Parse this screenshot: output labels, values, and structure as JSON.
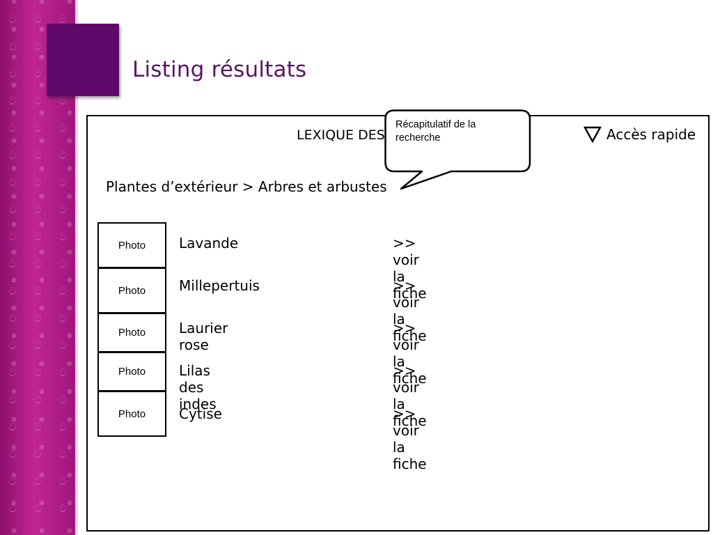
{
  "slide": {
    "title": "Listing résultats"
  },
  "frame": {
    "heading": "LEXIQUE DES",
    "quick_access_label": "Accès rapide",
    "bubble_text": "Récapitulatif de la recherche",
    "breadcrumb": "Plantes d’extérieur > Arbres et arbustes"
  },
  "results": [
    {
      "photo_label": "Photo",
      "name": "Lavande",
      "link": ">> voir la fiche"
    },
    {
      "photo_label": "Photo",
      "name": "Millepertuis",
      "link": ">> voir la fiche"
    },
    {
      "photo_label": "Photo",
      "name": "Laurier rose",
      "link": ">> voir la fiche"
    },
    {
      "photo_label": "Photo",
      "name": "Lilas des indes",
      "link": ">> voir la fiche"
    },
    {
      "photo_label": "Photo",
      "name": "Cytise",
      "link": ">> voir la fiche"
    }
  ],
  "icons": {
    "quick_access": "triangle-down-icon",
    "side_pattern": "swirl-icon"
  },
  "colors": {
    "side_strip": "#b01a86",
    "title_square": "#5f0a6b",
    "title_text": "#5a1466"
  }
}
